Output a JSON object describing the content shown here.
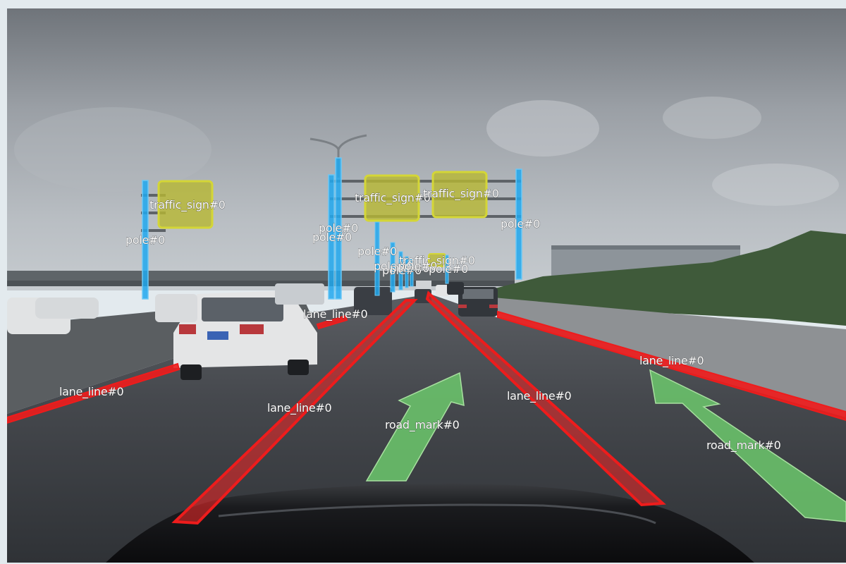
{
  "colors": {
    "pole": "#21a8ef",
    "traffic_sign": "#b8b832",
    "lane_line": "#ee1c1c",
    "road_mark": "#6cc86c"
  },
  "labels": {
    "traffic_sign_1": "traffic_sign#0",
    "traffic_sign_2": "traffic_sign#0",
    "traffic_sign_3": "traffic_sign#0",
    "traffic_sign_4": "traffic_sign#0",
    "pole_1": "pole#0",
    "pole_2": "pole#0",
    "pole_3": "pole#0",
    "pole_4": "pole#0",
    "pole_5": "pole#0",
    "pole_6": "pole#0",
    "pole_7": "pole#0",
    "pole_8": "pole#0",
    "pole_9": "pole#0",
    "pole_10": "pole#0",
    "lane_line_1": "lane_line#0",
    "lane_line_2": "lane_line#0",
    "lane_line_3": "lane_line#0",
    "lane_line_4": "lane_line#0",
    "lane_line_5": "lane_line#0",
    "road_mark_1": "road_mark#0",
    "road_mark_2": "road_mark#0"
  }
}
